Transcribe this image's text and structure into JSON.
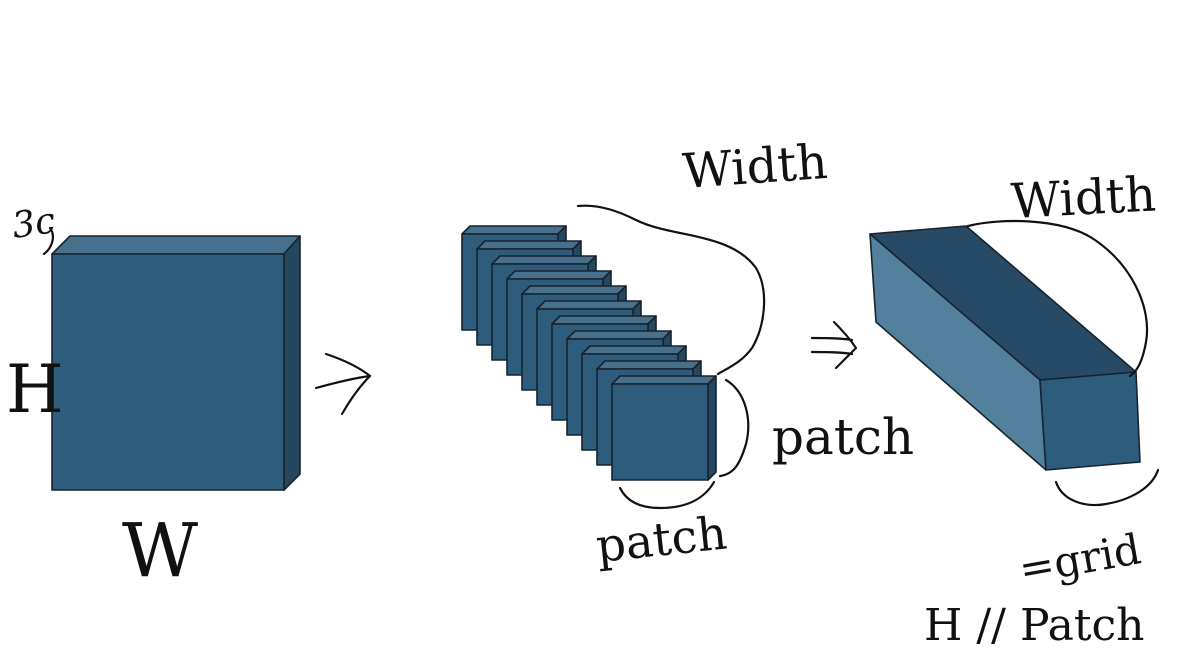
{
  "labels": {
    "channels": "3c",
    "height": "H",
    "width_w": "W",
    "width_top_1": "Width",
    "patch_side": "patch",
    "patch_bottom": "patch",
    "width_top_2": "Width",
    "grid": "=grid",
    "h_patch": "H // Patch"
  },
  "colors": {
    "front": "#2e5c7c",
    "side": "#25475f",
    "top": "#47708c",
    "long_side": "#52809d",
    "long_top": "#274a66",
    "edge": "#17232e",
    "ink": "#111111",
    "background": "#ffffff"
  },
  "arrows": [
    "right-arrow",
    "right-arrow"
  ],
  "patch_stack_count": 11
}
